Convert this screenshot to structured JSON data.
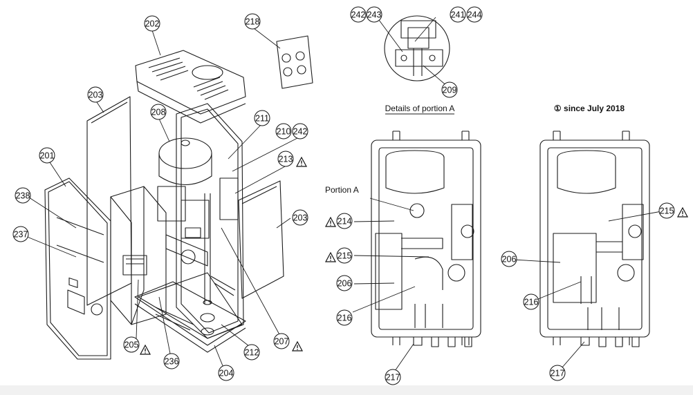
{
  "callouts": {
    "c201": "201",
    "c202": "202",
    "c203a": "203",
    "c203b": "203",
    "c204": "204",
    "c205": "205",
    "c206a": "206",
    "c206b": "206",
    "c207": "207",
    "c208": "208",
    "c209": "209",
    "c210": "210",
    "c211": "211",
    "c212": "212",
    "c213": "213",
    "c214": "214",
    "c215a": "215",
    "c215b": "215",
    "c216a": "216",
    "c216b": "216",
    "c217a": "217",
    "c217b": "217",
    "c218": "218",
    "c236": "236",
    "c237": "237",
    "c238": "238",
    "c241": "241",
    "c242a": "242",
    "c242b": "242",
    "c243": "243",
    "c244": "244"
  },
  "captions": {
    "details": "Details of portion A",
    "since": "① since July 2018",
    "portion": "Portion A"
  },
  "colors": {
    "line": "#1a1a1a",
    "background": "#ffffff",
    "footer": "#f1f1f1"
  },
  "icons": {
    "warning": "warning-triangle-icon"
  }
}
